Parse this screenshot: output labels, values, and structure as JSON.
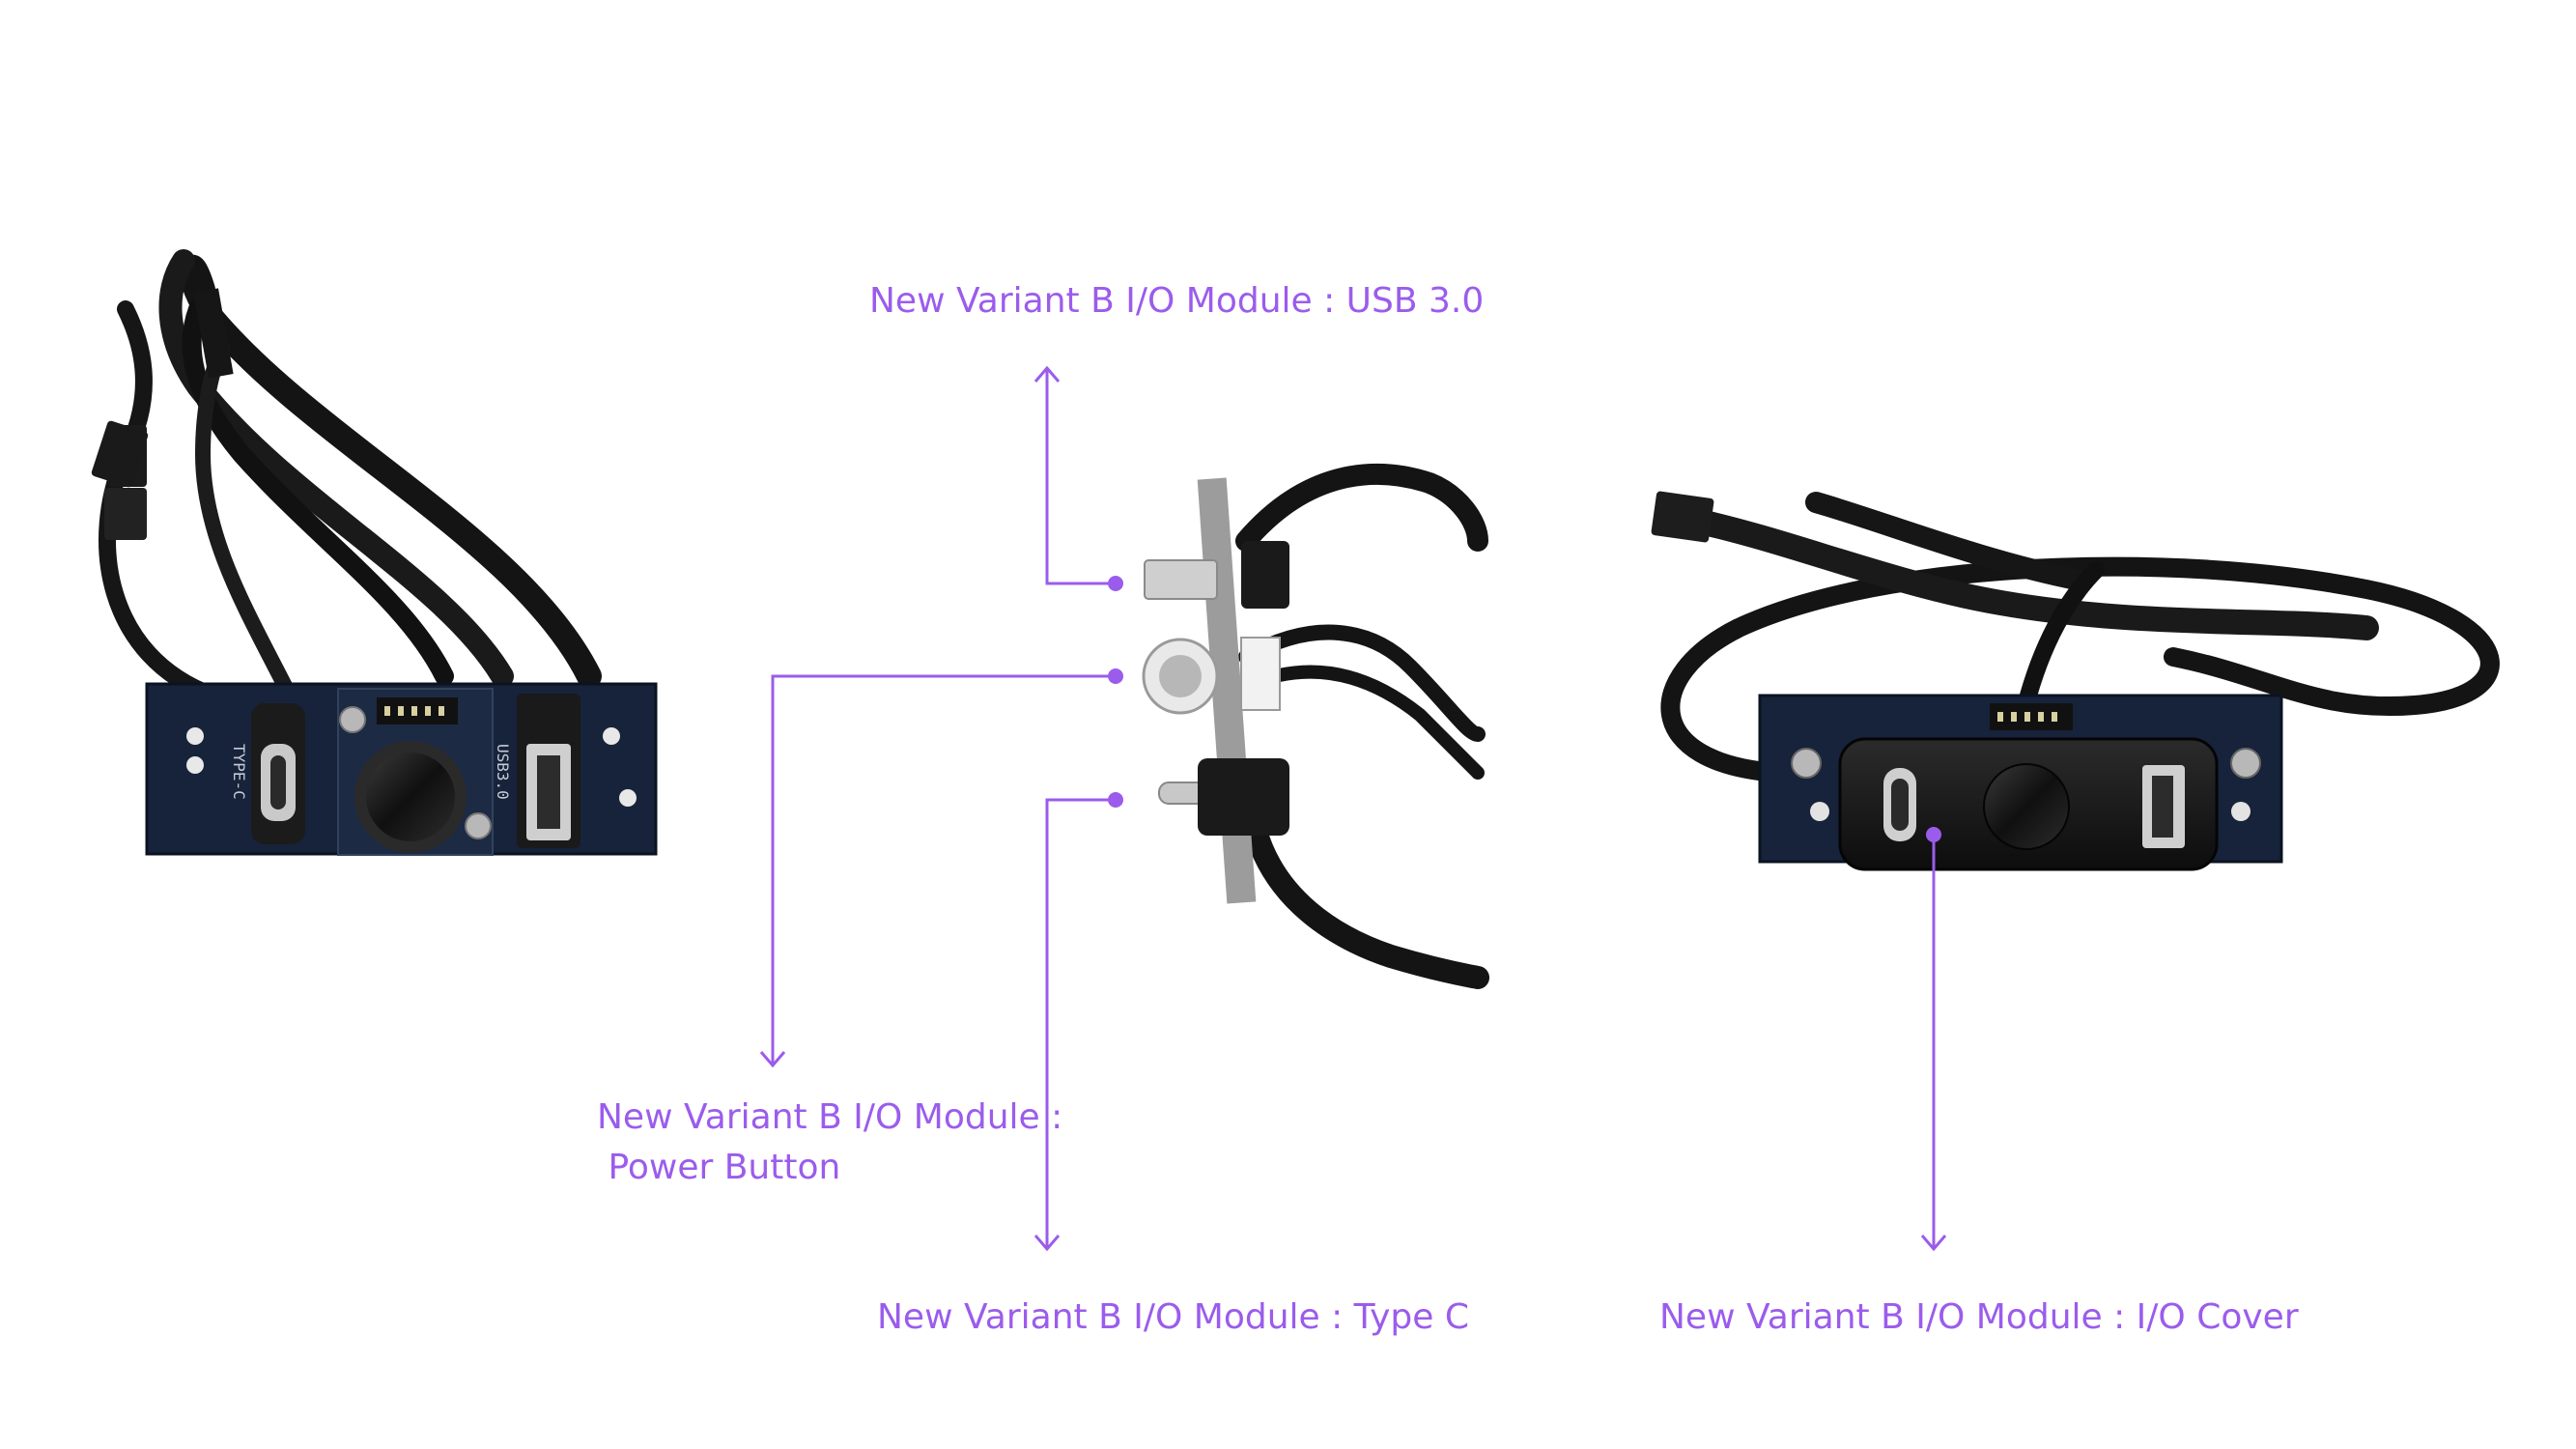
{
  "colors": {
    "accent": "#9b5cec",
    "pcb": "#16233a",
    "cable": "#141414",
    "metal": "#b8b8b8"
  },
  "callouts": {
    "usb": "New Variant B I/O Module : USB 3.0",
    "power_line1": "New Variant B I/O Module :",
    "power_line2": " Power Button",
    "typec": "New Variant B I/O Module : Type C",
    "cover": "New Variant B I/O Module : I/O Cover"
  },
  "board_marks": {
    "left_typec": "TYPE-C",
    "left_usb": "USB3.0"
  }
}
